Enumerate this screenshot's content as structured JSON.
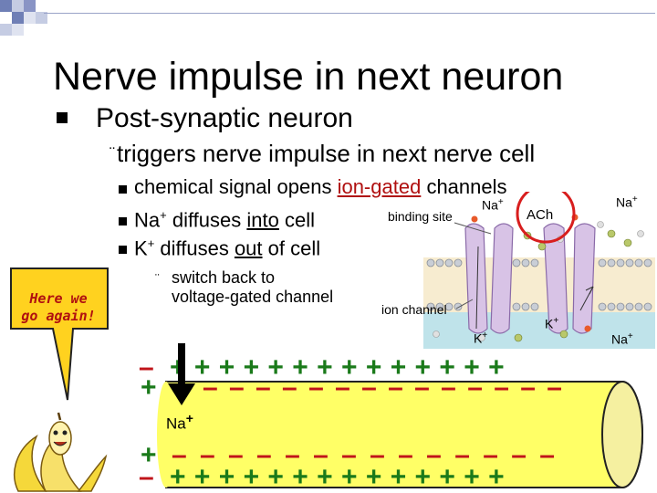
{
  "slide": {
    "title": "Nerve impulse in next neuron",
    "level1": "Post-synaptic neuron",
    "level2_marker": "¨",
    "level2": "triggers nerve impulse in next nerve cell",
    "level3": {
      "item1_before": "chemical signal opens ",
      "item1_highlight": "ion-gated",
      "item1_after": " channels",
      "item2_before": "Na",
      "item2_sup": "+",
      "item2_mid": " diffuses ",
      "item2_under": "into",
      "item2_after": " cell",
      "item3_before": "K",
      "item3_sup": "+",
      "item3_mid": " diffuses ",
      "item3_under": "out",
      "item3_after": " of cell"
    },
    "level4_marker": "¨",
    "level4_line1": "switch back to",
    "level4_line2": "voltage-gated channel"
  },
  "speech_bubble": {
    "line1": "Here we",
    "line2": "go again!"
  },
  "diagram": {
    "binding_site": "binding site",
    "na_top": "Na",
    "ach": "ACh",
    "na_right": "Na",
    "ion_channel": "ion channel",
    "k_mid": "K",
    "k_right": "K",
    "na_bottom_right": "Na",
    "sup_plus": "+"
  },
  "axon": {
    "row1_left": "–",
    "row1_rest": "+ + + + + + + + + + + + + +",
    "row2_left": "+",
    "row2_rest": "– – – – – – – – – – – – – –",
    "row3_left": "+",
    "row3_rest": "– – – – – – – – – – – – – –",
    "row4_left": "–",
    "row4_rest": "+ + + + + + + + + + + + + +",
    "na_label": "Na",
    "na_sup": "+"
  },
  "colors": {
    "axon_fill": "#ffff66",
    "plus": "#1a7a1a",
    "minus": "#c0141a",
    "highlight_ring": "#d81e1e",
    "title_text": "#000000"
  }
}
